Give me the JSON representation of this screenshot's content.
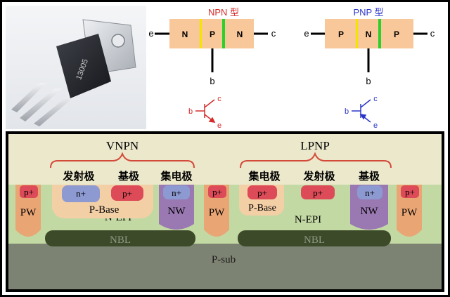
{
  "top": {
    "npn": {
      "title": "NPN 型",
      "regions": [
        "N",
        "P",
        "N"
      ],
      "emitter": "e",
      "collector": "c",
      "base": "b",
      "symbol": {
        "b": "b",
        "c": "c",
        "e": "e"
      },
      "title_color": "#d62a2a"
    },
    "pnp": {
      "title": "PNP 型",
      "regions": [
        "P",
        "N",
        "P"
      ],
      "emitter": "e",
      "collector": "c",
      "base": "b",
      "symbol": {
        "b": "b",
        "c": "c",
        "e": "e"
      },
      "title_color": "#2a35c8"
    },
    "transistor_marking": "13005",
    "box_fill": "#f8c79a",
    "stripe_yellow": "#f2e600",
    "stripe_green": "#2bd02b"
  },
  "bottom": {
    "vnpn": {
      "title": "VNPN",
      "labels": [
        "发射极",
        "基极",
        "集电极"
      ]
    },
    "lpnp": {
      "title": "LPNP",
      "labels": [
        "集电极",
        "发射极",
        "基极"
      ]
    },
    "regions": {
      "p_plus": "p+",
      "n_plus": "n+",
      "pw": "PW",
      "nw": "NW",
      "p_base": "P-Base",
      "n_epi": "N-EPI",
      "nbl": "NBL",
      "p_sub": "P-sub"
    },
    "colors": {
      "background": "#ece8cc",
      "n_epi": "#c3d9a3",
      "p_base": "#f3cfa6",
      "pw": "#eaa574",
      "nw": "#9a79b3",
      "n_plus": "#8d99d1",
      "p_plus": "#dc4b57",
      "nbl": "#3c4a2a",
      "p_sub": "#7d8372",
      "bracket": "#d44a3a"
    }
  }
}
